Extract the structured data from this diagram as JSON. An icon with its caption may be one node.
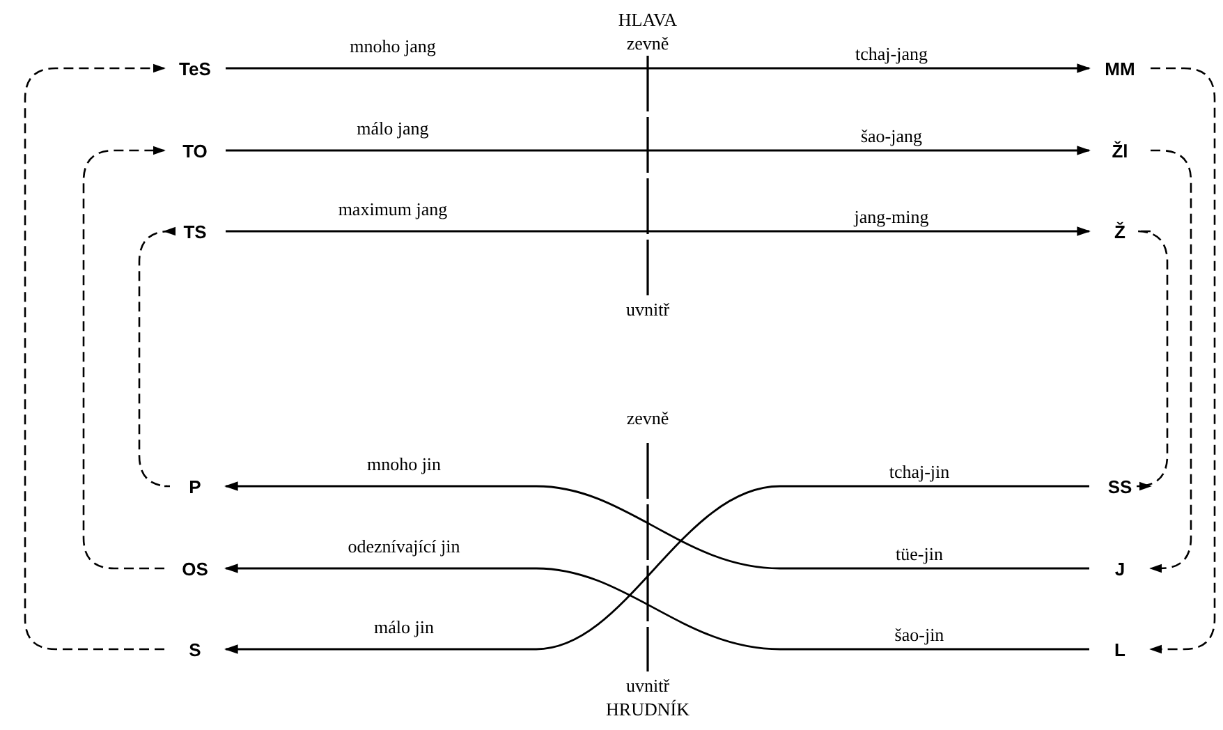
{
  "diagram": {
    "nodes": [
      {
        "text": [
          "TeS"
        ]
      },
      {
        "text": [
          "MM"
        ]
      },
      {
        "text": [
          "TO"
        ]
      },
      {
        "text": [
          "Žl"
        ]
      },
      {
        "text": [
          "TS"
        ]
      },
      {
        "text": [
          "Ž"
        ]
      },
      {
        "text": [
          "P"
        ]
      },
      {
        "text": [
          "SS"
        ]
      },
      {
        "text": [
          "OS"
        ]
      },
      {
        "text": [
          "J"
        ]
      },
      {
        "text": [
          "S"
        ]
      },
      {
        "text": [
          "L"
        ]
      }
    ],
    "edges": [
      {
        "from": 0,
        "to": 1,
        "arrow": "to",
        "label": "tchaj-jang"
      },
      {
        "from": 2,
        "to": 3,
        "arrow": "to",
        "label": "šao-jang"
      },
      {
        "from": 4,
        "to": 5,
        "arrow": "to",
        "label": "jang-ming"
      },
      {
        "from": 9,
        "to": 6,
        "arrow": "to",
        "label": "tüe-jin"
      },
      {
        "from": 11,
        "to": 8,
        "arrow": "to",
        "label": "šao-jin"
      },
      {
        "from": 7,
        "to": 10,
        "arrow": "to",
        "label": "tchaj-jin"
      },
      {
        "from": 1,
        "to": 11,
        "arrow": "to",
        "style": "dashed"
      },
      {
        "from": 3,
        "to": 9,
        "arrow": "to",
        "style": "dashed"
      },
      {
        "from": 5,
        "to": 7,
        "arrow": "to",
        "style": "dashed"
      },
      {
        "from": 10,
        "to": 0,
        "arrow": "to",
        "style": "dashed"
      },
      {
        "from": 8,
        "to": 2,
        "arrow": "to",
        "style": "dashed"
      },
      {
        "from": 6,
        "to": 4,
        "arrow": "to",
        "style": "dashed"
      }
    ],
    "labels": [
      "HLAVA",
      "zevně",
      "mnoho jang",
      "málo jang",
      "maximum jang",
      "uvnitř",
      "zevně",
      "mnoho jin",
      "odeznívající jin",
      "málo jin",
      "uvnitř",
      "HRUDNÍK"
    ]
  }
}
